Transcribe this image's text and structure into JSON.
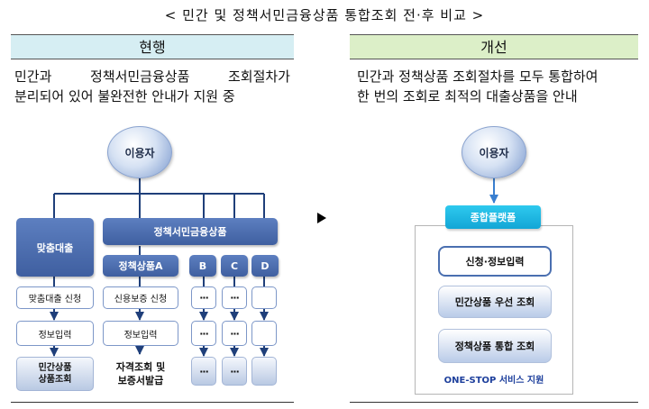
{
  "title": "< 민간 및 정책서민금융상품 통합조회 전·후 비교 >",
  "current": {
    "heading": "현행",
    "description_words_line1": [
      "민간과",
      "정책서민금융상품",
      "조회절차가"
    ],
    "description_line2": "분리되어 있어 불완전한 안내가 지원 중",
    "user": "이용자",
    "custom_loan": {
      "header": "맞춤대출",
      "steps": [
        "맞춤대출 신청",
        "정보입력"
      ],
      "result": [
        "민간상품",
        "상품조회"
      ]
    },
    "policy": {
      "header": "정책서민금융상품",
      "product_a": {
        "header": "정책상품A",
        "steps": [
          "신용보증 신청",
          "정보입력"
        ],
        "result": [
          "자격조회 및",
          "보증서발급"
        ]
      },
      "others": [
        "B",
        "C",
        "D"
      ],
      "ellipsis": "···"
    }
  },
  "improved": {
    "heading": "개선",
    "description": [
      "민간과 정책상품 조회절차를 모두 통합하여",
      "한 번의 조회로 최적의 대출상품을 안내"
    ],
    "user": "이용자",
    "platform": "종합플랫폼",
    "steps": [
      "신청·정보입력",
      "민간상품 우선 조회",
      "정책상품 통합 조회"
    ],
    "footer": "ONE-STOP 서비스 지원"
  }
}
